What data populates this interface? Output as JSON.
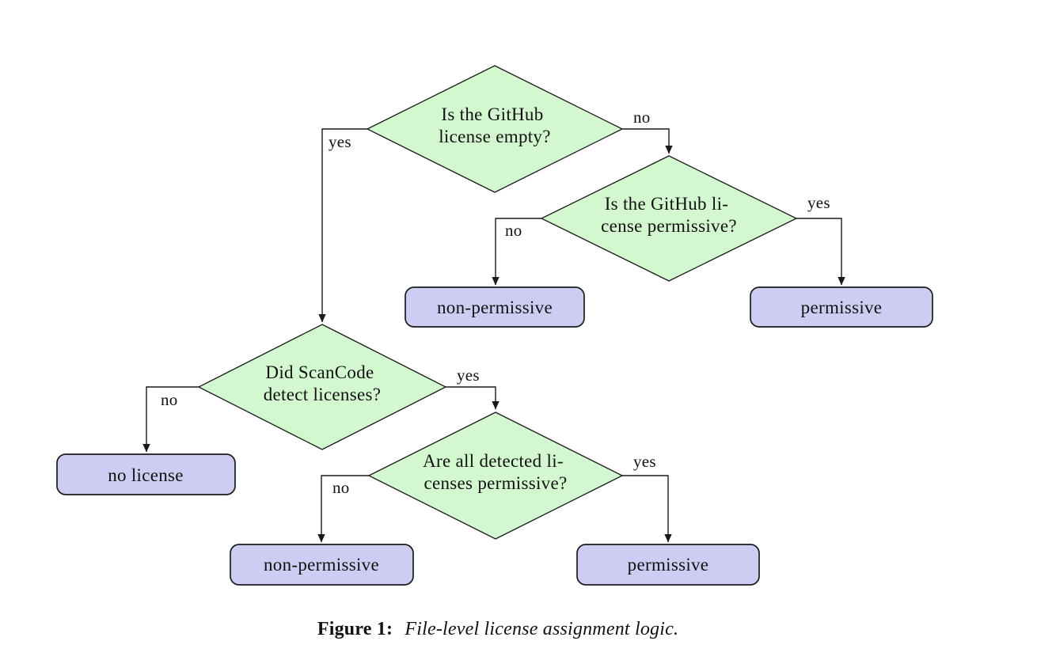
{
  "figure": {
    "caption_label": "Figure 1:",
    "caption_text": "File-level license assignment logic."
  },
  "colors": {
    "decision_fill": "#d3f8d0",
    "decision_stroke": "#1a1a1a",
    "result_fill": "#cdcdf4",
    "result_stroke": "#1a1a1a"
  },
  "nodes": {
    "decision_github_empty": {
      "line1": "Is the GitHub",
      "line2": "license empty?"
    },
    "decision_github_permissive": {
      "line1": "Is the GitHub li-",
      "line2": "cense permissive?"
    },
    "decision_scancode_detect": {
      "line1": "Did ScanCode",
      "line2": "detect licenses?"
    },
    "decision_all_permissive": {
      "line1": "Are all detected li-",
      "line2": "censes permissive?"
    },
    "result_non_permissive_top": "non-permissive",
    "result_permissive_top": "permissive",
    "result_no_license": "no license",
    "result_non_permissive_bottom": "non-permissive",
    "result_permissive_bottom": "permissive"
  },
  "edge_labels": {
    "github_empty_yes": "yes",
    "github_empty_no": "no",
    "github_permissive_no": "no",
    "github_permissive_yes": "yes",
    "scancode_no": "no",
    "scancode_yes": "yes",
    "all_permissive_no": "no",
    "all_permissive_yes": "yes"
  }
}
